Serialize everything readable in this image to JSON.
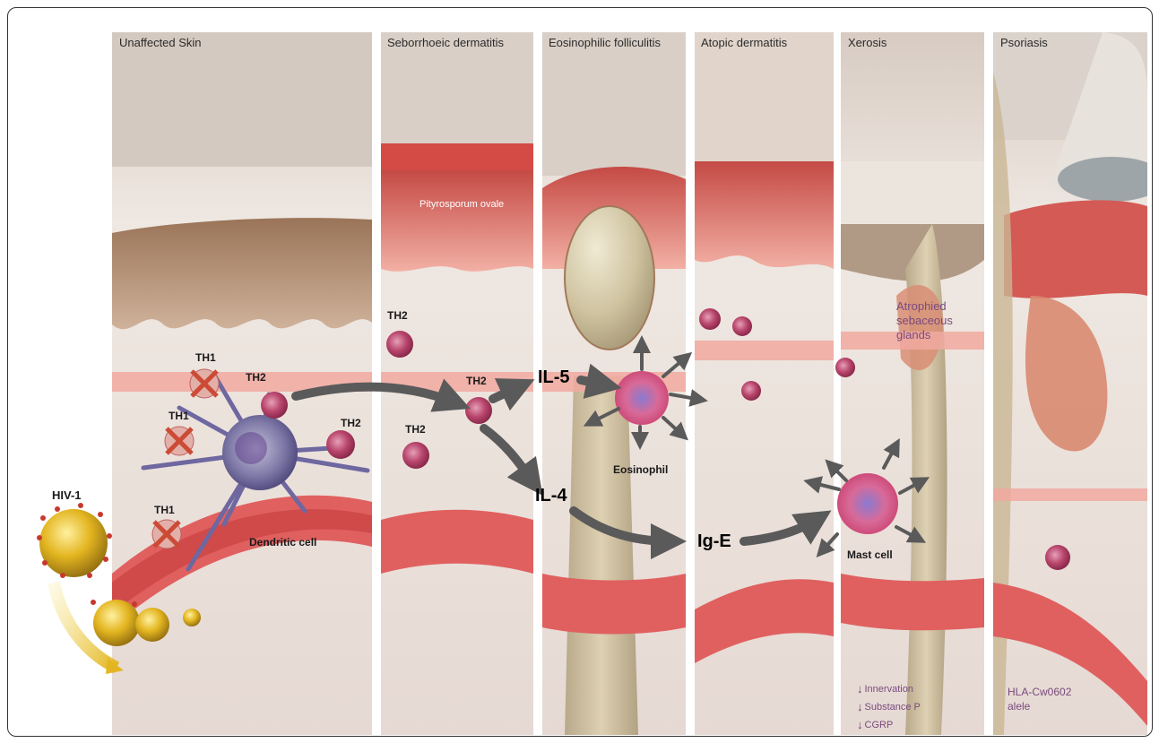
{
  "panels": [
    {
      "title": "Unaffected Skin"
    },
    {
      "title": "Seborrhoeic dermatitis"
    },
    {
      "title": "Eosinophilic folliculitis"
    },
    {
      "title": "Atopic dermatitis"
    },
    {
      "title": "Xerosis"
    },
    {
      "title": "Psoriasis"
    }
  ],
  "labels": {
    "hiv": "HIV-1",
    "th1": "TH1",
    "th2": "TH2",
    "dendritic": "Dendritic cell",
    "pityrosporum": "Pityrosporum ovale",
    "il5": "IL-5",
    "il4": "IL-4",
    "ige": "Ig-E",
    "eosinophil": "Eosinophil",
    "mast": "Mast cell",
    "atrophied_1": "Atrophied",
    "atrophied_2": "sebaceous",
    "atrophied_3": "glands",
    "hla_1": "HLA-Cw0602",
    "hla_2": "alele"
  },
  "xerosis_legend": [
    {
      "icon": "down-arrow-icon",
      "text": "Innervation"
    },
    {
      "icon": "down-arrow-icon",
      "text": "Substance P"
    },
    {
      "icon": "down-arrow-icon",
      "text": "CGRP"
    }
  ],
  "colors": {
    "arrow": "#5a5a5a",
    "virus": "#e3b520",
    "cell": "#a8385c",
    "vessel": "#e0605a",
    "label_purple": "#7a4a7e"
  }
}
